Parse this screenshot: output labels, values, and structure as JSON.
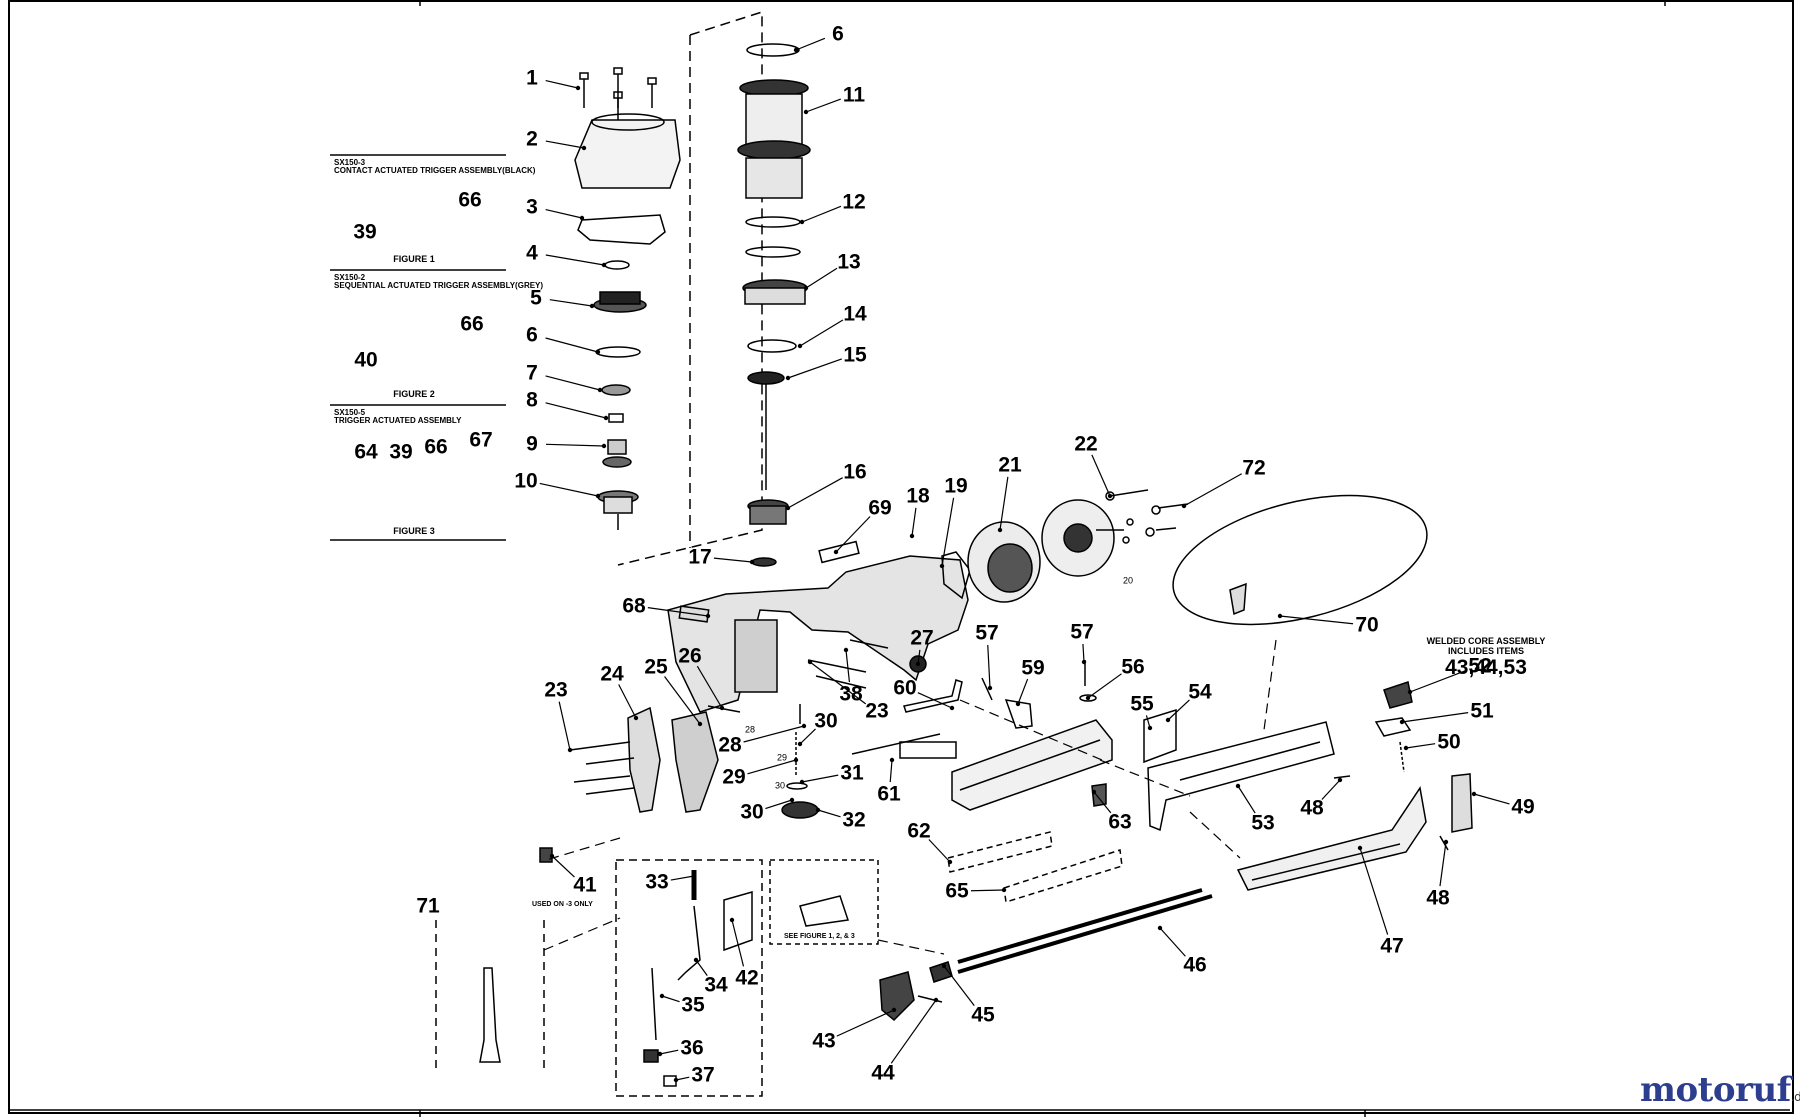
{
  "callouts": [
    "1",
    "2",
    "3",
    "4",
    "5",
    "6",
    "6",
    "7",
    "8",
    "9",
    "10",
    "11",
    "12",
    "13",
    "14",
    "15",
    "16",
    "17",
    "18",
    "19",
    "21",
    "22",
    "72",
    "69",
    "68",
    "27",
    "23",
    "24",
    "25",
    "26",
    "57",
    "57",
    "56",
    "59",
    "60",
    "38",
    "23",
    "28",
    "30",
    "61",
    "29",
    "31",
    "30",
    "32",
    "54",
    "55",
    "53",
    "48",
    "52",
    "51",
    "50",
    "49",
    "48",
    "47",
    "46",
    "45",
    "43",
    "44",
    "62",
    "63",
    "65",
    "41",
    "71",
    "33",
    "34",
    "42",
    "35",
    "36",
    "37",
    "70"
  ],
  "small_marks": [
    "20",
    "28",
    "29",
    "30"
  ],
  "figure_panel": {
    "fig1_title": "SX150-3",
    "fig1_desc": "CONTACT ACTUATED TRIGGER ASSEMBLY(BLACK)",
    "fig1_parts": [
      "66",
      "39"
    ],
    "fig1_caption": "FIGURE 1",
    "fig2_title": "SX150-2",
    "fig2_desc": "SEQUENTIAL ACTUATED TRIGGER ASSEMBLY(GREY)",
    "fig2_parts": [
      "66",
      "40"
    ],
    "fig2_caption": "FIGURE 2",
    "fig3_title": "SX150-5",
    "fig3_desc": "TRIGGER ACTUATED ASSEMBLY",
    "fig3_parts": [
      "64",
      "39",
      "66",
      "67"
    ],
    "fig3_caption": "FIGURE 3"
  },
  "notes": {
    "used_on": "USED ON -3 ONLY",
    "see_figure": "SEE FIGURE 1, 2, & 3",
    "welded_line1": "WELDED CORE ASSEMBLY",
    "welded_line2": "INCLUDES ITEMS",
    "welded_items": "43,44,53"
  },
  "logo": {
    "text": "motoruf",
    "suffix": ".de"
  },
  "colors": {
    "ink": "#000000",
    "logo": "#2d3e8f",
    "paper": "#ffffff"
  }
}
